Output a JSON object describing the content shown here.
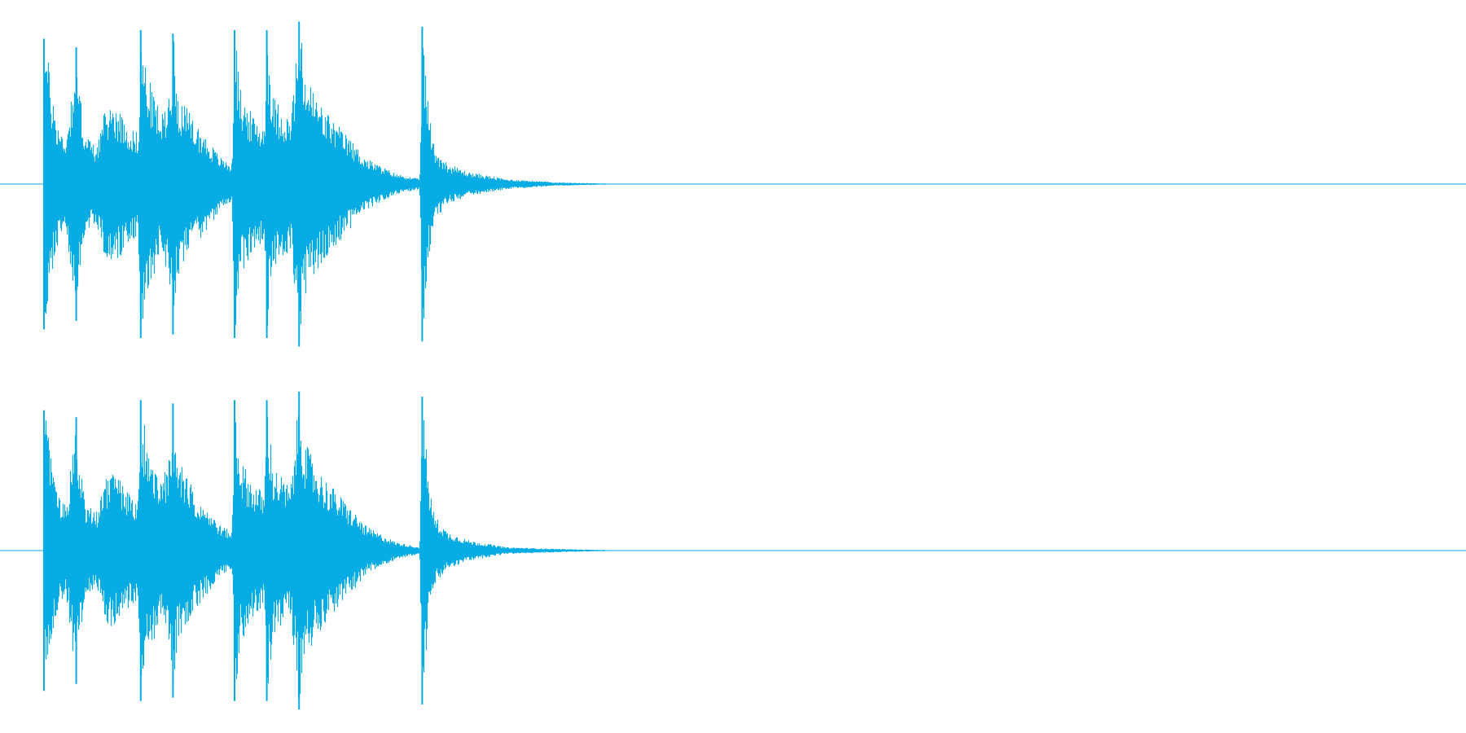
{
  "chart_data": {
    "type": "area",
    "title": "",
    "xlabel": "",
    "ylabel": "",
    "xlim": [
      0,
      1
    ],
    "ylim": [
      -1,
      1
    ],
    "grid": false,
    "color": "#06ACE3",
    "channels": [
      {
        "name": "",
        "envelope": [
          [
            0.0,
            0.0
          ],
          [
            0.029,
            0.0
          ],
          [
            0.03,
            0.85
          ],
          [
            0.032,
            0.78
          ],
          [
            0.035,
            0.55
          ],
          [
            0.04,
            0.33
          ],
          [
            0.045,
            0.28
          ],
          [
            0.052,
            0.8
          ],
          [
            0.054,
            0.55
          ],
          [
            0.058,
            0.3
          ],
          [
            0.065,
            0.22
          ],
          [
            0.072,
            0.45
          ],
          [
            0.078,
            0.48
          ],
          [
            0.088,
            0.34
          ],
          [
            0.094,
            0.3
          ],
          [
            0.096,
            0.9
          ],
          [
            0.1,
            0.65
          ],
          [
            0.11,
            0.4
          ],
          [
            0.115,
            0.55
          ],
          [
            0.118,
            0.88
          ],
          [
            0.121,
            0.55
          ],
          [
            0.13,
            0.4
          ],
          [
            0.14,
            0.28
          ],
          [
            0.15,
            0.16
          ],
          [
            0.158,
            0.12
          ],
          [
            0.16,
            0.9
          ],
          [
            0.164,
            0.55
          ],
          [
            0.172,
            0.4
          ],
          [
            0.18,
            0.35
          ],
          [
            0.182,
            0.9
          ],
          [
            0.186,
            0.52
          ],
          [
            0.198,
            0.38
          ],
          [
            0.204,
            0.95
          ],
          [
            0.208,
            0.65
          ],
          [
            0.22,
            0.45
          ],
          [
            0.235,
            0.3
          ],
          [
            0.25,
            0.15
          ],
          [
            0.27,
            0.06
          ],
          [
            0.286,
            0.03
          ],
          [
            0.288,
            0.92
          ],
          [
            0.292,
            0.45
          ],
          [
            0.296,
            0.22
          ],
          [
            0.305,
            0.12
          ],
          [
            0.32,
            0.07
          ],
          [
            0.345,
            0.03
          ],
          [
            0.38,
            0.01
          ],
          [
            0.43,
            0.0
          ],
          [
            1.0,
            0.0
          ]
        ]
      },
      {
        "name": "",
        "envelope": [
          [
            0.0,
            0.0
          ],
          [
            0.029,
            0.0
          ],
          [
            0.03,
            0.82
          ],
          [
            0.032,
            0.76
          ],
          [
            0.035,
            0.52
          ],
          [
            0.04,
            0.32
          ],
          [
            0.045,
            0.27
          ],
          [
            0.052,
            0.78
          ],
          [
            0.054,
            0.52
          ],
          [
            0.058,
            0.29
          ],
          [
            0.065,
            0.21
          ],
          [
            0.072,
            0.44
          ],
          [
            0.078,
            0.46
          ],
          [
            0.088,
            0.33
          ],
          [
            0.094,
            0.3
          ],
          [
            0.096,
            0.88
          ],
          [
            0.1,
            0.64
          ],
          [
            0.11,
            0.4
          ],
          [
            0.115,
            0.54
          ],
          [
            0.118,
            0.86
          ],
          [
            0.121,
            0.54
          ],
          [
            0.13,
            0.39
          ],
          [
            0.14,
            0.27
          ],
          [
            0.15,
            0.15
          ],
          [
            0.158,
            0.11
          ],
          [
            0.16,
            0.88
          ],
          [
            0.164,
            0.54
          ],
          [
            0.172,
            0.4
          ],
          [
            0.18,
            0.34
          ],
          [
            0.182,
            0.88
          ],
          [
            0.186,
            0.5
          ],
          [
            0.198,
            0.37
          ],
          [
            0.204,
            0.93
          ],
          [
            0.208,
            0.63
          ],
          [
            0.22,
            0.44
          ],
          [
            0.235,
            0.29
          ],
          [
            0.25,
            0.14
          ],
          [
            0.27,
            0.05
          ],
          [
            0.286,
            0.02
          ],
          [
            0.288,
            0.9
          ],
          [
            0.292,
            0.43
          ],
          [
            0.296,
            0.21
          ],
          [
            0.305,
            0.11
          ],
          [
            0.32,
            0.06
          ],
          [
            0.345,
            0.02
          ],
          [
            0.38,
            0.01
          ],
          [
            0.43,
            0.0
          ],
          [
            1.0,
            0.0
          ]
        ]
      }
    ]
  }
}
